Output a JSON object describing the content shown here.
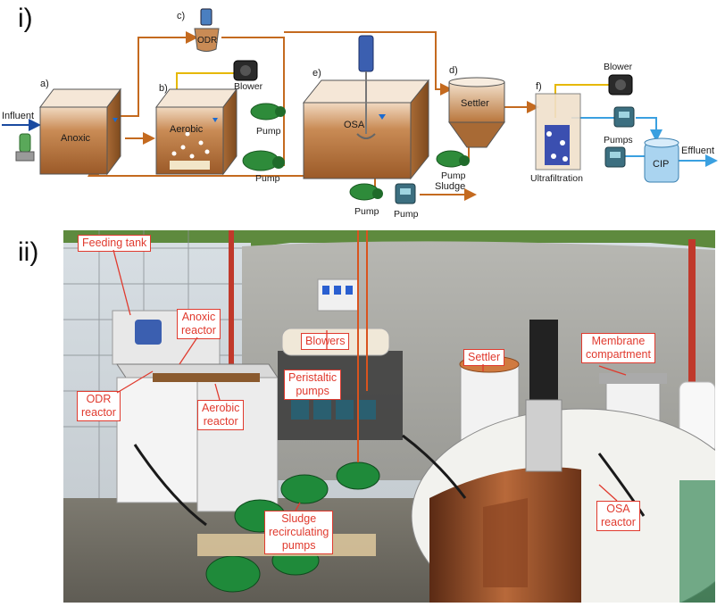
{
  "panels": {
    "top": "i)",
    "bottom": "ii)"
  },
  "diagram": {
    "steps": {
      "a": "a)",
      "b": "b)",
      "c": "c)",
      "d": "d)",
      "e": "e)",
      "f": "f)"
    },
    "tanks": {
      "anoxic": "Anoxic",
      "aerobic": "Aerobic",
      "osa": "OSA",
      "odr": "ODR",
      "settler": "Settler",
      "cip": "CIP"
    },
    "components": {
      "blower_1": "Blower",
      "blower_2": "Blower",
      "pump_1": "Pump",
      "pump_2": "Pump",
      "pump_3": "Pump",
      "pump_4": "Pump",
      "pump_5": "Pump",
      "pumps": "Pumps",
      "ultrafiltration": "Ultrafiltration"
    },
    "flows": {
      "influent": "Influent",
      "effluent": "Effluent",
      "sludge": "Sludge"
    }
  },
  "photo_labels": {
    "feeding_tank": "Feeding tank",
    "anoxic_reactor": [
      "Anoxic",
      "reactor"
    ],
    "odr_reactor": [
      "ODR",
      "reactor"
    ],
    "aerobic_reactor": [
      "Aerobic",
      "reactor"
    ],
    "blowers": "Blowers",
    "peristaltic_pumps": [
      "Peristaltic",
      "pumps"
    ],
    "settler": "Settler",
    "membrane_compartment": [
      "Membrane",
      "compartment"
    ],
    "sludge_pumps": [
      "Sludge",
      "recirculating",
      "pumps"
    ],
    "osa_reactor": [
      "OSA",
      "reactor"
    ]
  },
  "colors": {
    "sludge_brown": "#b5773f",
    "pipe_orange": "#c46a1f",
    "callout_red": "#e03a2e",
    "pump_green": "#2e8b3a",
    "water_blue": "#3aa0e0"
  }
}
